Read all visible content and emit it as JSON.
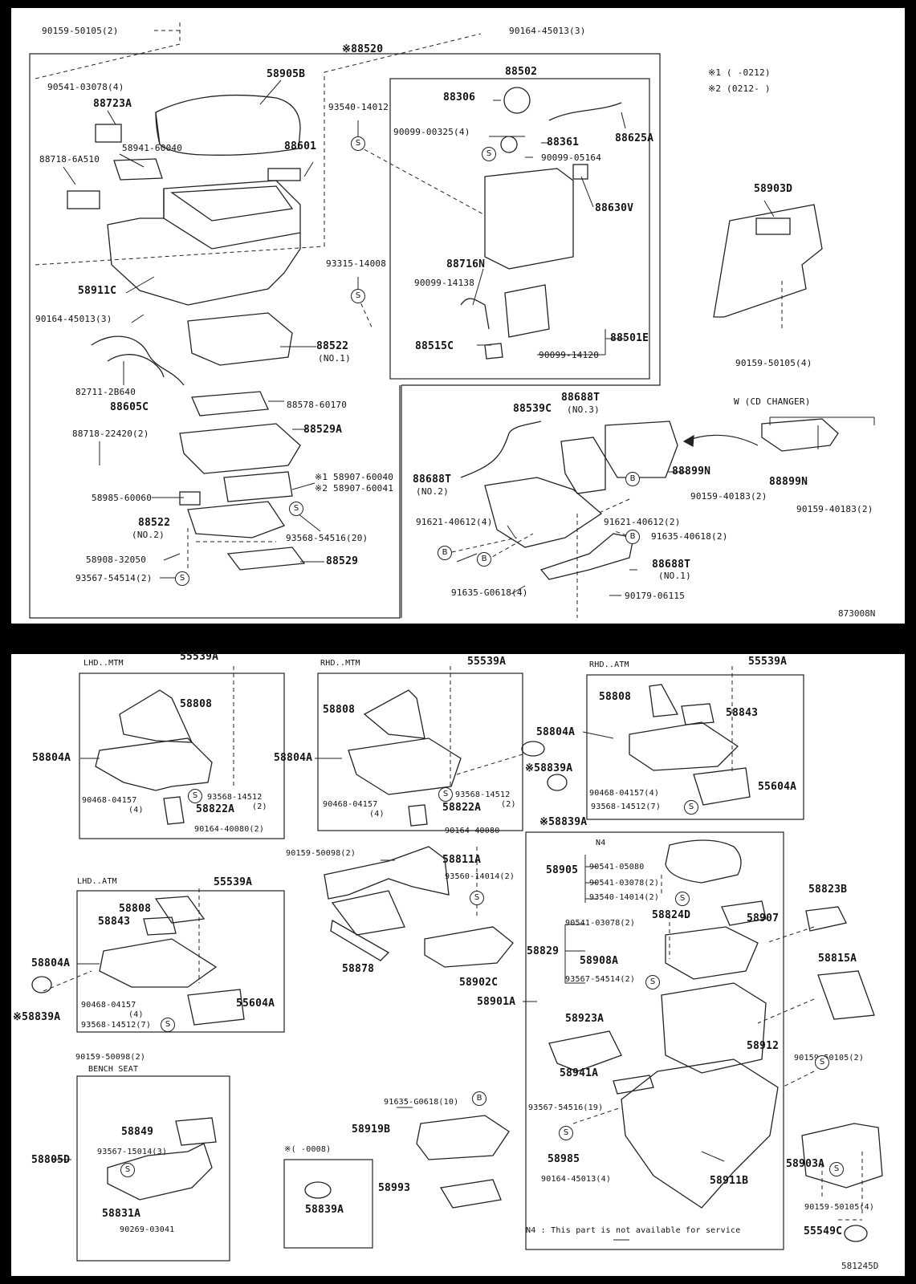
{
  "top": {
    "code": "873008N",
    "note1": "※1 (    -0212)",
    "note2": "※2 (0212-    )",
    "cd_title": "W (CD CHANGER)",
    "labels": {
      "l_90159_50105_2": "90159-50105(2)",
      "l_90164_45013_3_top": "90164-45013(3)",
      "l_88520": "※88520",
      "l_58905B": "58905B",
      "l_90541_03078_4": "90541-03078(4)",
      "l_88723A": "88723A",
      "l_58941_60040": "58941-60040",
      "l_88718_6A510": "88718-6A510",
      "l_88601": "88601",
      "l_58911C": "58911C",
      "l_90164_45013_3": "90164-45013(3)",
      "l_82711_2B640": "82711-2B640",
      "l_88605C": "88605C",
      "l_88718_22420_2": "88718-22420(2)",
      "l_58985_60060": "58985-60060",
      "l_58908_32050": "58908-32050",
      "l_93567_54514_2": "93567-54514(2)",
      "l_88522_no1": "88522",
      "l_no1": "(NO.1)",
      "l_88578_60170": "88578-60170",
      "l_88529A": "88529A",
      "l_58907_60040": "※1 58907-60040",
      "l_58907_60041": "※2 58907-60041",
      "l_88522_no2": "88522",
      "l_no2": "(NO.2)",
      "l_93568_54516_20": "93568-54516(20)",
      "l_88529": "88529",
      "l_93540_14012": "93540-14012",
      "l_93315_14008": "93315-14008",
      "l_88502": "88502",
      "l_88306": "88306",
      "l_90099_00325_4": "90099-00325(4)",
      "l_88361": "88361",
      "l_90099_05164": "90099-05164",
      "l_88625A": "88625A",
      "l_88630V": "88630V",
      "l_88716N": "88716N",
      "l_90099_14138": "90099-14138",
      "l_88515C": "88515C",
      "l_90099_14120": "90099-14120",
      "l_88501E": "88501E",
      "l_58903D": "58903D",
      "l_90159_50105_4": "90159-50105(4)",
      "l_88539C": "88539C",
      "l_88688T_no3": "88688T",
      "l_no3": "(NO.3)",
      "l_88688T_no2": "88688T",
      "l_no2b": "(NO.2)",
      "l_88899N_a": "88899N",
      "l_88899N_b": "88899N",
      "l_90159_40183_2a": "90159-40183(2)",
      "l_90159_40183_2b": "90159-40183(2)",
      "l_91621_40612_4": "91621-40612(4)",
      "l_91621_40612_2": "91621-40612(2)",
      "l_91635_40618_2": "91635-40618(2)",
      "l_88688T_no1": "88688T",
      "l_no1b": "(NO.1)",
      "l_91635_G0618_4": "91635-G0618(4)",
      "l_90179_06115": "90179-06115"
    }
  },
  "bottom": {
    "code": "581245D",
    "footnote": "N4 : This part is not available for service",
    "labels": {
      "t_lhd_mtm": "LHD..MTM",
      "t_rhd_mtm": "RHD..MTM",
      "t_rhd_atm": "RHD..ATM",
      "t_lhd_atm": "LHD..ATM",
      "t_bench": "BENCH SEAT",
      "t_0008": "※(    -0008)",
      "b_55539A_1": "55539A",
      "b_58808_1": "58808",
      "b_58804A_1": "58804A",
      "b_90468_04157_1": "90468-04157",
      "b_4_1": "(4)",
      "b_93568_14512_1": "93568-14512",
      "b_2_1": "(2)",
      "b_58822A_1": "58822A",
      "b_90164_40080_2": "90164-40080(2)",
      "b_55539A_2": "55539A",
      "b_58808_2": "58808",
      "b_58804A_2": "58804A",
      "b_90468_04157_2": "90468-04157",
      "b_4_2": "(4)",
      "b_93568_14512_2": "93568-14512",
      "b_2_2": "(2)",
      "b_58822A_2": "58822A",
      "b_90164_40080": "90164-40080",
      "b_55539A_3": "55539A",
      "b_58808_3": "58808",
      "b_58843_3": "58843",
      "b_58804A_3": "58804A",
      "b_58839A_a": "※58839A",
      "b_58839A_b": "※58839A",
      "b_90468_04157_3": "90468-04157(4)",
      "b_93568_14512_7a": "93568-14512(7)",
      "b_55604A_3": "55604A",
      "b_55539A_4": "55539A",
      "b_58808_4": "58808",
      "b_58843_4": "58843",
      "b_58804A_4": "58804A",
      "b_58839A_c": "※58839A",
      "b_90468_04157_4": "90468-04157",
      "b_4_4": "(4)",
      "b_93568_14512_7b": "93568-14512(7)",
      "b_55604A_4": "55604A",
      "b_90159_50098_2a": "90159-50098(2)",
      "b_58811A": "58811A",
      "b_93560_14014_2": "93560-14014(2)",
      "b_58878": "58878",
      "b_58902C": "58902C",
      "b_58901A": "58901A",
      "b_91635_G0618_10": "91635-G0618(10)",
      "b_58919B": "58919B",
      "b_58993": "58993",
      "b_90159_50098_2b": "90159-50098(2)",
      "b_58849": "58849",
      "b_93567_15014_3": "93567-15014(3)",
      "b_58805D": "58805D",
      "b_58831A": "58831A",
      "b_90269_03041": "90269-03041",
      "b_58839A_d": "58839A",
      "b_N4": "N4",
      "b_58905": "58905",
      "b_90541_05080": "90541-05080",
      "b_90541_03078_2a": "90541-03078(2)",
      "b_93540_14014_2": "93540-14014(2)",
      "b_58824D": "58824D",
      "b_58907": "58907",
      "b_90541_03078_2b": "90541-03078(2)",
      "b_58829": "58829",
      "b_58908A": "58908A",
      "b_93567_54514_2": "93567-54514(2)",
      "b_58923A": "58923A",
      "b_58941A": "58941A",
      "b_58912": "58912",
      "b_93567_54516_19": "93567-54516(19)",
      "b_58985": "58985",
      "b_90164_45013_4": "90164-45013(4)",
      "b_58911B": "58911B",
      "b_58823B": "58823B",
      "b_58815A": "58815A",
      "b_90159_50105_2": "90159-50105(2)",
      "b_58903A": "58903A",
      "b_90159_50105_4": "90159-50105(4)",
      "b_55549C": "55549C"
    }
  },
  "symbols": {
    "s": "S",
    "b": "B"
  }
}
